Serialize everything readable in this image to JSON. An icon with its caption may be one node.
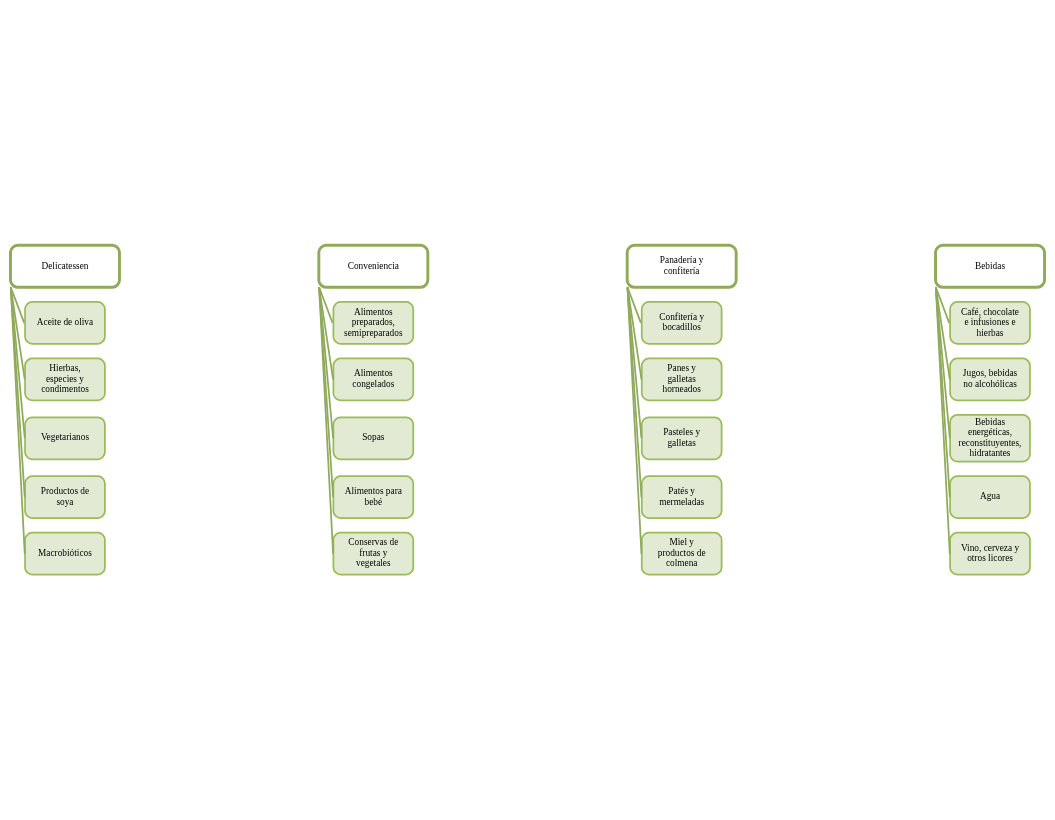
{
  "diagram": {
    "nodes": [
      {
        "text": [
          "Delicatessen"
        ]
      },
      {
        "text": [
          "Aceite de oliva"
        ]
      },
      {
        "text": [
          "Hierbas, especies y condimentos"
        ]
      },
      {
        "text": [
          "Vegetarianos"
        ]
      },
      {
        "text": [
          "Productos de soya"
        ]
      },
      {
        "text": [
          "Macrobióticos"
        ]
      },
      {
        "text": [
          "Conveniencia"
        ]
      },
      {
        "text": [
          "Alimentos preparados, semipreparados"
        ]
      },
      {
        "text": [
          "Alimentos congelados"
        ]
      },
      {
        "text": [
          "Sopas"
        ]
      },
      {
        "text": [
          "Alimentos para bebé"
        ]
      },
      {
        "text": [
          "Conservas de frutas y vegetales"
        ]
      },
      {
        "text": [
          "Panadería y confitería"
        ]
      },
      {
        "text": [
          "Confitería y bocadillos"
        ]
      },
      {
        "text": [
          "Panes y galletas horneados"
        ]
      },
      {
        "text": [
          "Pasteles y galletas"
        ]
      },
      {
        "text": [
          "Patés y mermeladas"
        ]
      },
      {
        "text": [
          "Miel y productos de colmena"
        ]
      },
      {
        "text": [
          "Bebidas"
        ]
      },
      {
        "text": [
          "Café, chocolate e infusiones e hierbas"
        ]
      },
      {
        "text": [
          "Jugos, bebidas no alcohólicas"
        ]
      },
      {
        "text": [
          "Bebidas energéticas, reconstituyentes, hidratantes"
        ]
      },
      {
        "text": [
          "Agua"
        ]
      },
      {
        "text": [
          "Vino, cerveza y otros licores"
        ]
      }
    ],
    "edges": [
      {
        "from": 0,
        "to": 1,
        "arrow": "none"
      },
      {
        "from": 0,
        "to": 2,
        "arrow": "none"
      },
      {
        "from": 0,
        "to": 3,
        "arrow": "none"
      },
      {
        "from": 0,
        "to": 4,
        "arrow": "none"
      },
      {
        "from": 0,
        "to": 5,
        "arrow": "none"
      },
      {
        "from": 6,
        "to": 7,
        "arrow": "none"
      },
      {
        "from": 6,
        "to": 8,
        "arrow": "none"
      },
      {
        "from": 6,
        "to": 9,
        "arrow": "none"
      },
      {
        "from": 6,
        "to": 10,
        "arrow": "none"
      },
      {
        "from": 6,
        "to": 11,
        "arrow": "none"
      },
      {
        "from": 12,
        "to": 13,
        "arrow": "none"
      },
      {
        "from": 12,
        "to": 14,
        "arrow": "none"
      },
      {
        "from": 12,
        "to": 15,
        "arrow": "none"
      },
      {
        "from": 12,
        "to": 16,
        "arrow": "none"
      },
      {
        "from": 12,
        "to": 17,
        "arrow": "none"
      },
      {
        "from": 18,
        "to": 19,
        "arrow": "none"
      },
      {
        "from": 18,
        "to": 20,
        "arrow": "none"
      },
      {
        "from": 18,
        "to": 21,
        "arrow": "none"
      },
      {
        "from": 18,
        "to": 22,
        "arrow": "none"
      },
      {
        "from": 18,
        "to": 23,
        "arrow": "none"
      }
    ]
  }
}
